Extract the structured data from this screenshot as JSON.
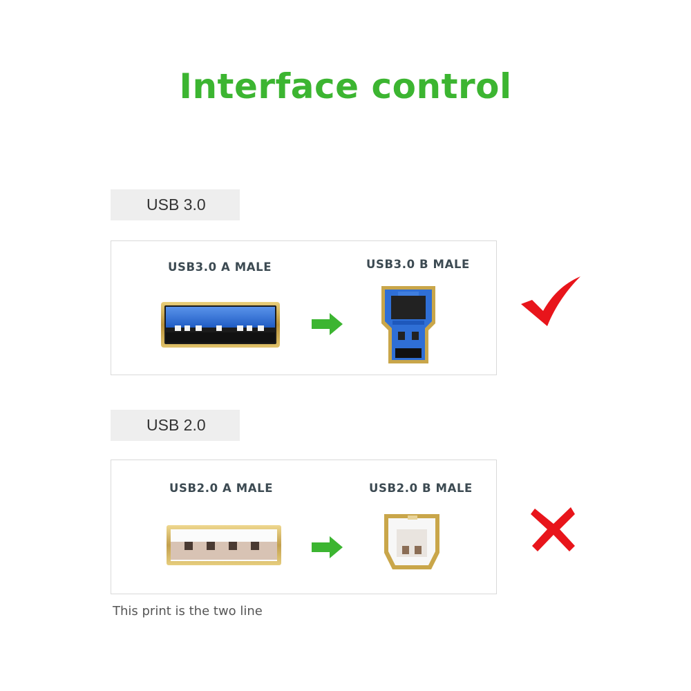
{
  "title": "Interface control",
  "colors": {
    "title": "#3cb531",
    "arrow": "#3cb531",
    "check": "#e8151b",
    "cross": "#e8151b",
    "usb3_blue": "#2f6fd6",
    "gold": "#c9a64a"
  },
  "sections": [
    {
      "label": "USB 3.0",
      "left_connector": "USB3.0 A MALE",
      "right_connector": "USB3.0 B MALE",
      "status_icon": "check-icon"
    },
    {
      "label": "USB 2.0",
      "left_connector": "USB2.0 A MALE",
      "right_connector": "USB2.0 B MALE",
      "status_icon": "cross-icon"
    }
  ],
  "note": "This print is the two line"
}
